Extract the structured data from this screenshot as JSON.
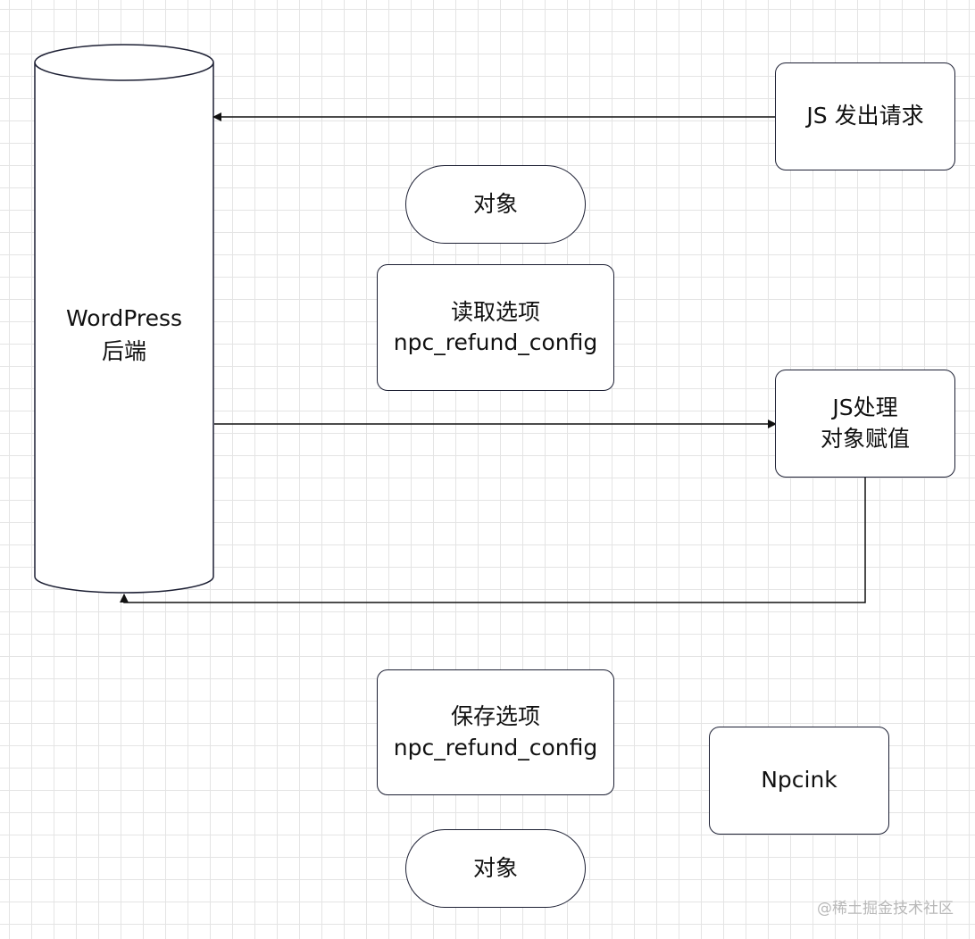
{
  "nodes": {
    "backend": "WordPress\n后端",
    "js_request": "JS 发出请求",
    "object_top": "对象",
    "read_option": "读取选项\nnpc_refund_config",
    "js_process": "JS处理\n对象赋值",
    "save_option": "保存选项\nnpc_refund_config",
    "npcink": "Npcink",
    "object_bottom": "对象"
  },
  "watermark": "@稀土掘金技术社区",
  "colors": {
    "stroke": "#1c1f33",
    "arrow": "#111111",
    "grid": "#e4e4e4"
  }
}
